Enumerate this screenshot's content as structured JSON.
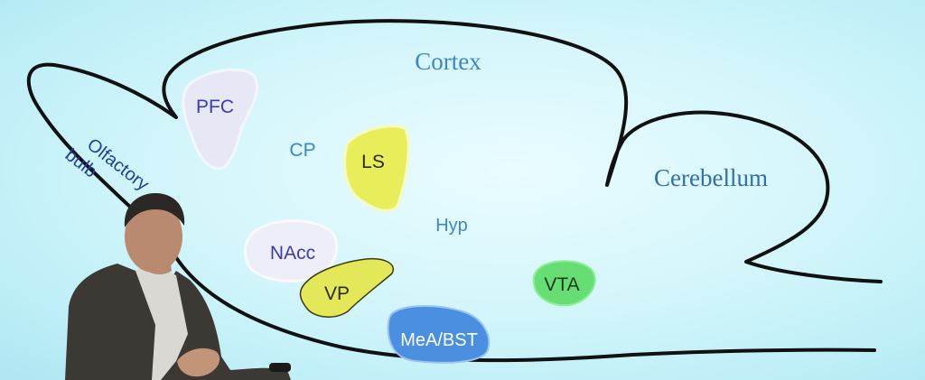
{
  "diagram": {
    "regions": {
      "cortex": "Cortex",
      "cerebellum": "Cerebellum",
      "olfactory_line1": "Olfactory",
      "olfactory_line2": "bulb",
      "cp": "CP",
      "hyp": "Hyp"
    },
    "nuclei": {
      "pfc": "PFC",
      "ls": "LS",
      "nacc": "NAcc",
      "vp": "VP",
      "vta": "VTA",
      "mea_bst": "MeA/BST"
    }
  },
  "colors": {
    "outline": "#111111",
    "region_text": "#3a86c8",
    "nucleus_text_dark": "#2b2b8a",
    "pfc_fill": "#e6e8f6",
    "ls_fill": "#e8ee5a",
    "nacc_fill": "#eeeef8",
    "vp_fill": "#e2e857",
    "vta_fill": "#66de74",
    "mea_bst_fill": "#4b8fe0"
  }
}
